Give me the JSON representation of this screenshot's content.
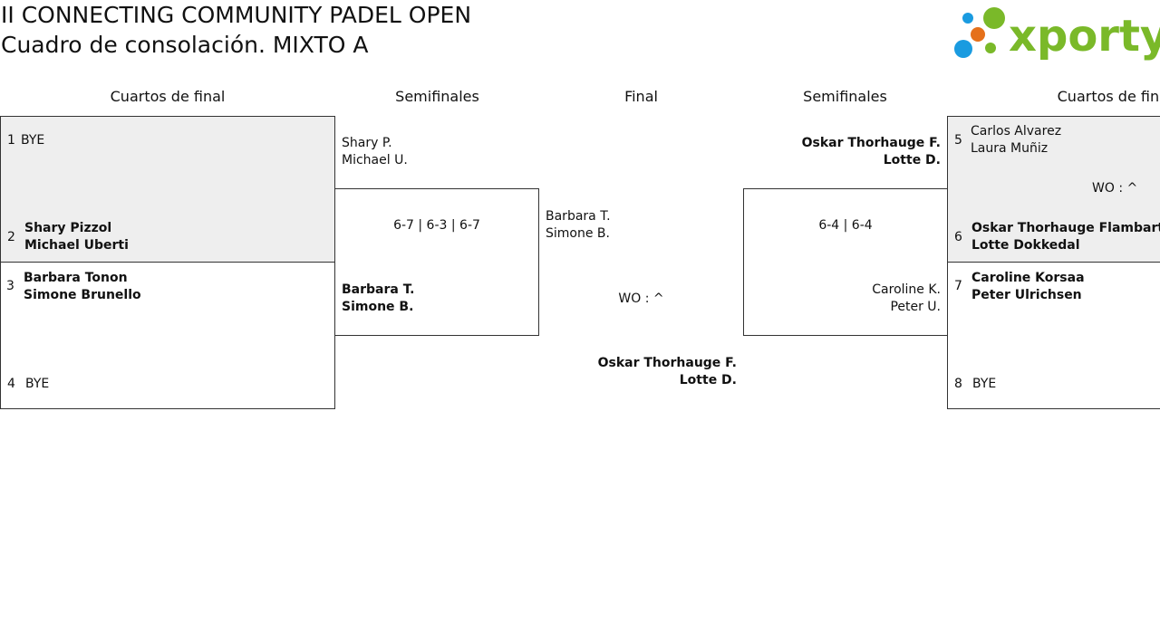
{
  "header": {
    "title": "II CONNECTING COMMUNITY PADEL OPEN",
    "subtitle": "Cuadro de consolación. MIXTO A",
    "logo_text": "xporty"
  },
  "rounds": {
    "left_qf": "Cuartos de final",
    "left_sf": "Semifinales",
    "final": "Final",
    "right_sf": "Semifinales",
    "right_qf": "Cuartos de final"
  },
  "left_qf": {
    "seed1": "1",
    "p1": "BYE",
    "seed2": "2",
    "p2a": "Shary Pizzol",
    "p2b": "Michael Uberti",
    "seed3": "3",
    "p3a": "Barbara Tonon",
    "p3b": "Simone Brunello",
    "seed4": "4",
    "p4": "BYE"
  },
  "left_sf": {
    "top_a": "Shary P.",
    "top_b": "Michael U.",
    "score": "6-7 | 6-3 | 6-7",
    "bot_a": "Barbara T.",
    "bot_b": "Simone B."
  },
  "final": {
    "left_a": "Barbara T.",
    "left_b": "Simone B.",
    "score": "WO : ^",
    "winner_a": "Oskar Thorhauge F.",
    "winner_b": "Lotte D."
  },
  "right_sf": {
    "top_a": "Oskar Thorhauge F.",
    "top_b": "Lotte D.",
    "score": "6-4 | 6-4",
    "bot_a": "Caroline K.",
    "bot_b": "Peter U."
  },
  "right_qf": {
    "seed5": "5",
    "p5a": "Carlos Alvarez",
    "p5b": "Laura Muñiz",
    "score": "WO : ^",
    "seed6": "6",
    "p6a": "Oskar Thorhauge Flambart",
    "p6b": "Lotte Dokkedal",
    "seed7": "7",
    "p7a": "Caroline Korsaa",
    "p7b": "Peter Ulrichsen",
    "seed8": "8",
    "p8": "BYE"
  },
  "colors": {
    "logo_green": "#7ab929",
    "logo_orange": "#e5701a",
    "logo_blue": "#1a9be0",
    "shade": "#eeeeee"
  }
}
